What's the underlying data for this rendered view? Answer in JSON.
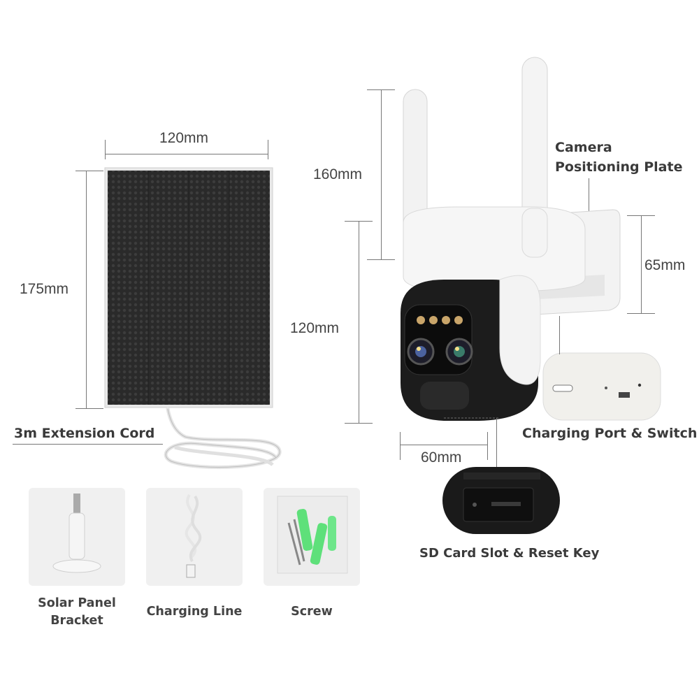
{
  "dimensions": {
    "panel_width": "120mm",
    "panel_height": "175mm",
    "camera_total_height": "160mm",
    "camera_body_height": "120mm",
    "plate_height": "65mm",
    "camera_width": "60mm"
  },
  "labels": {
    "positioning_plate": [
      "Camera",
      "Positioning Plate"
    ],
    "extension_cord": "3m Extension Cord",
    "charging_port": "Charging Port & Switch",
    "sd_card": "SD Card Slot & Reset Key"
  },
  "accessories": [
    {
      "caption_lines": [
        "Solar Panel",
        "Bracket"
      ],
      "icon": "bracket-icon"
    },
    {
      "caption_lines": [
        "Charging Line"
      ],
      "icon": "cable-icon"
    },
    {
      "caption_lines": [
        "Screw"
      ],
      "icon": "screw-icon"
    }
  ]
}
